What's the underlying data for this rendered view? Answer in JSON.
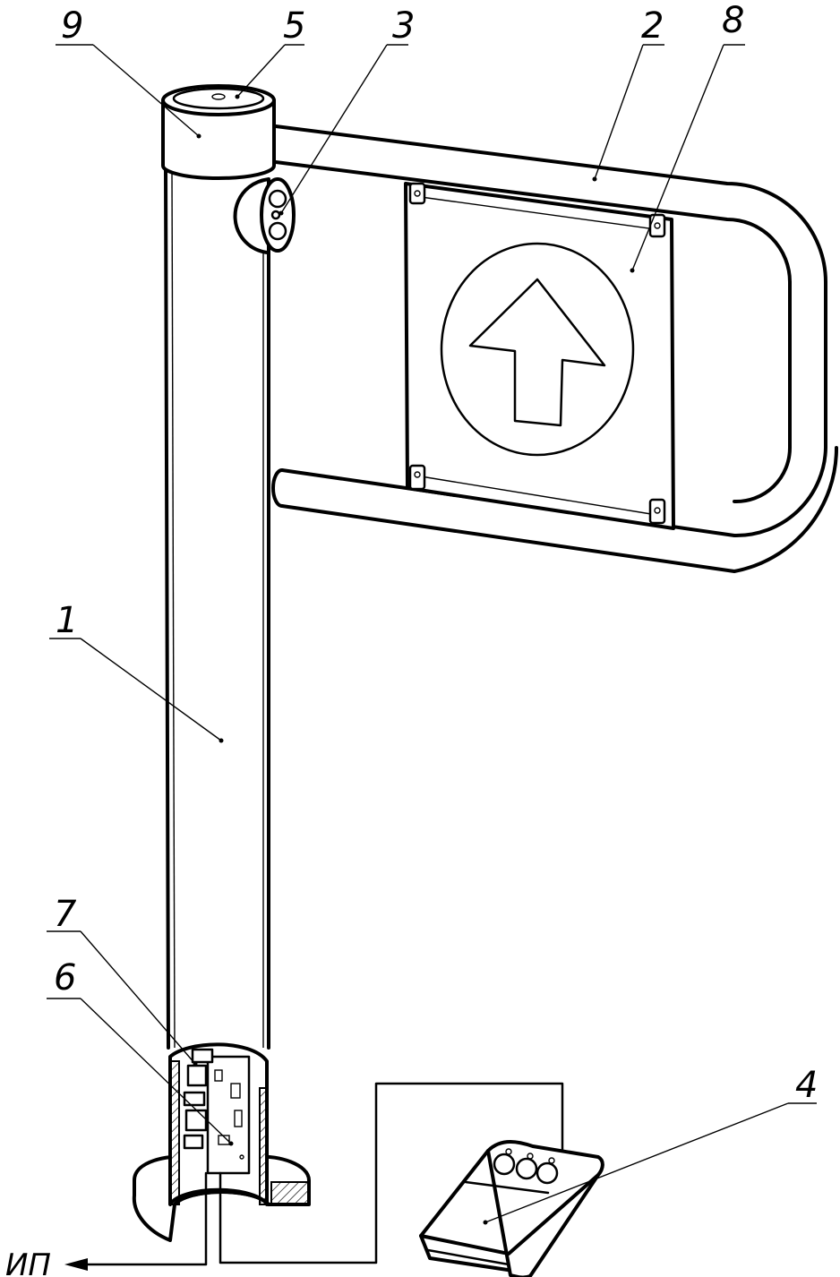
{
  "callouts": {
    "c1": "1",
    "c2": "2",
    "c3": "3",
    "c4": "4",
    "c5": "5",
    "c6": "6",
    "c7": "7",
    "c8": "8",
    "c9": "9"
  },
  "power_label": "ИП"
}
